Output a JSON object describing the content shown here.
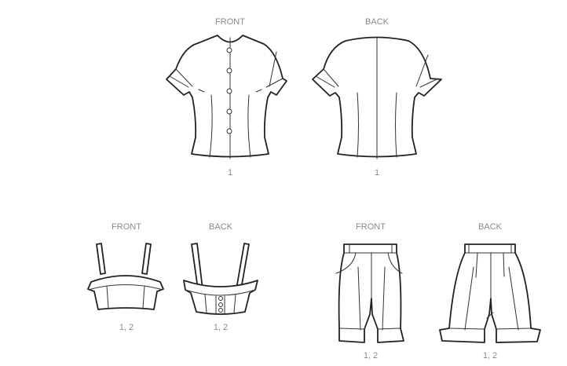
{
  "views": [
    {
      "garment": "blouse",
      "side": "FRONT",
      "views_label": "1"
    },
    {
      "garment": "blouse",
      "side": "BACK",
      "views_label": "1"
    },
    {
      "garment": "crop-top",
      "side": "FRONT",
      "views_label": "1, 2"
    },
    {
      "garment": "crop-top",
      "side": "BACK",
      "views_label": "1, 2"
    },
    {
      "garment": "shorts",
      "side": "FRONT",
      "views_label": "1, 2"
    },
    {
      "garment": "shorts",
      "side": "BACK",
      "views_label": "1, 2"
    }
  ],
  "colors": {
    "line": "#222222",
    "label": "#8a8a8a"
  }
}
